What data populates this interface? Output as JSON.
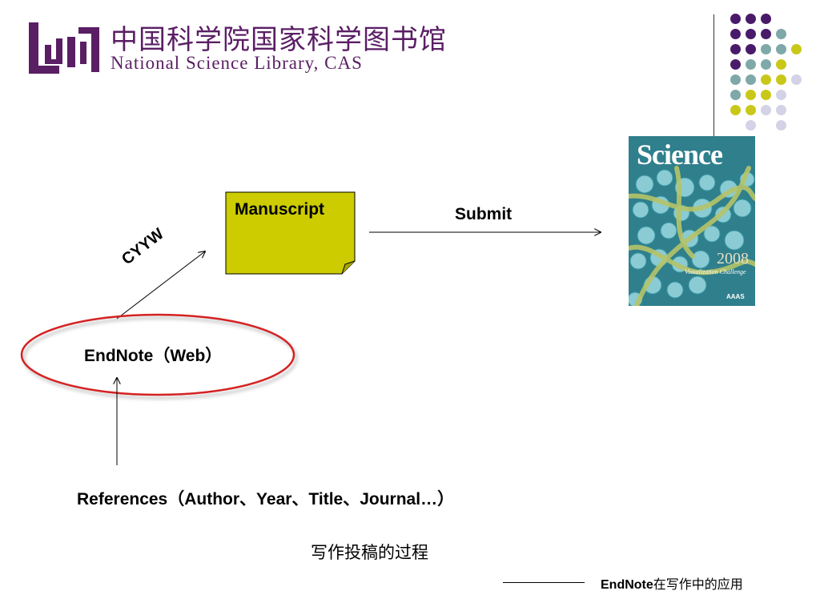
{
  "header": {
    "logo_cn": "中国科学院国家科学图书馆",
    "logo_en": "National Science Library, CAS"
  },
  "diagram": {
    "manuscript": "Manuscript",
    "submit": "Submit",
    "cyyw": "CYYW",
    "endnote": "EndNote（Web）",
    "references": "References（Author、Year、Title、Journal…）",
    "caption": "写作投稿的过程"
  },
  "cover": {
    "title": "Science",
    "year": "2008",
    "subtitle": "Visualization Challenge",
    "publisher": "AAAS"
  },
  "footer": {
    "text_bold": "EndNote",
    "text_rest": "在写作中的应用"
  },
  "colors": {
    "purple": "#4a1a6a",
    "teal": "#7fa8a8",
    "lime": "#c9c81a",
    "lavender": "#d4d2e6",
    "manuscript_fill": "#cccc00",
    "ellipse": "#d42020"
  }
}
